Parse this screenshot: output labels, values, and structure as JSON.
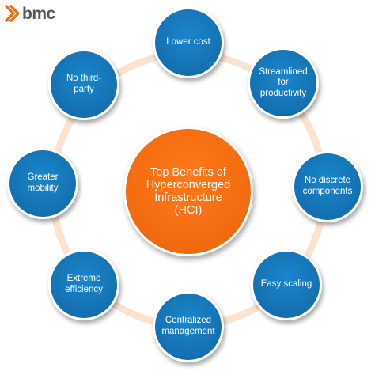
{
  "logo": {
    "text": "bmc",
    "icon": "bmc-logo-icon",
    "color": "#f26a0f"
  },
  "diagram": {
    "center": {
      "label": "Top Benefits of\nHyperconverged\nInfrastructure\n(HCI)",
      "color": "#f26a0f"
    },
    "ring_color": "#fbe3d0",
    "node_color": "#1470b0",
    "nodes": [
      {
        "id": "lower-cost",
        "label": "Lower cost"
      },
      {
        "id": "streamlined",
        "label": "Streamlined\nfor\nproductivity"
      },
      {
        "id": "no-discrete-components",
        "label": "No discrete\ncomponents"
      },
      {
        "id": "easy-scaling",
        "label": "Easy scaling"
      },
      {
        "id": "centralized-management",
        "label": "Centralized\nmanagement"
      },
      {
        "id": "extreme-efficiency",
        "label": "Extreme\nefficiency"
      },
      {
        "id": "greater-mobility",
        "label": "Greater\nmobility"
      },
      {
        "id": "no-third-party",
        "label": "No third-\nparty"
      }
    ]
  }
}
